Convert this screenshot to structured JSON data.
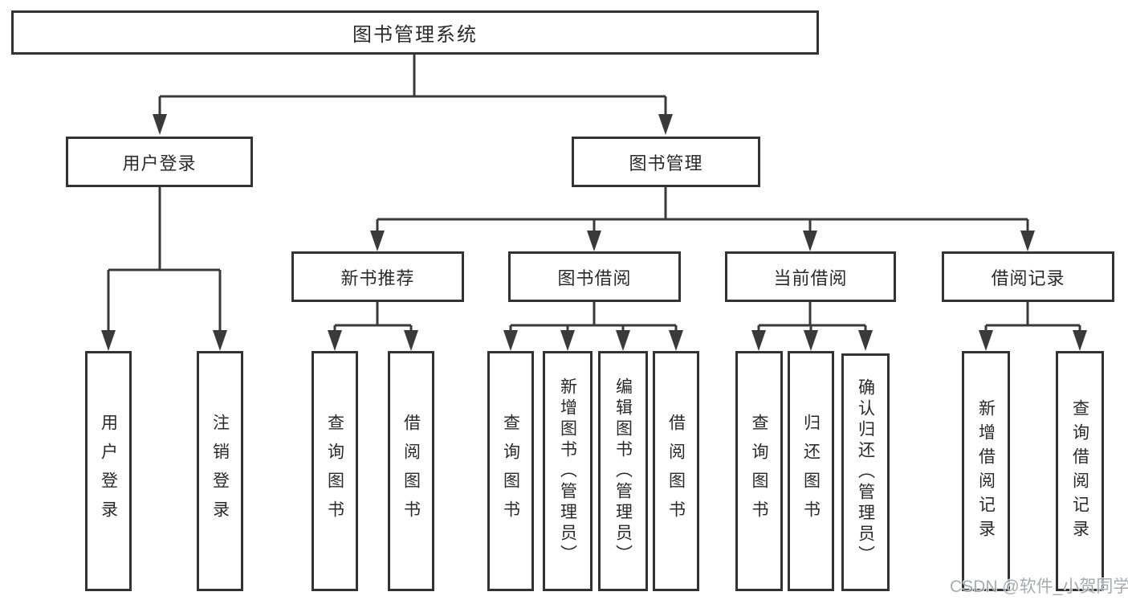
{
  "colors": {
    "line": "#3a3a3a",
    "border": "#333333",
    "text": "#2a2a2a",
    "background": "#ffffff",
    "watermark": "#999ca2"
  },
  "tree": {
    "root": {
      "label": "图书管理系统"
    },
    "level2": [
      {
        "label": "用户登录",
        "children": [
          {
            "label": "用户登录"
          },
          {
            "label": "注销登录"
          }
        ]
      },
      {
        "label": "图书管理",
        "children": [
          {
            "label": "新书推荐",
            "children": [
              {
                "label": "查询图书"
              },
              {
                "label": "借阅图书"
              }
            ]
          },
          {
            "label": "图书借阅",
            "children": [
              {
                "label": "查询图书"
              },
              {
                "label": "新增图书（管理员）"
              },
              {
                "label": "编辑图书（管理员）"
              },
              {
                "label": "借阅图书"
              }
            ]
          },
          {
            "label": "当前借阅",
            "children": [
              {
                "label": "查询图书"
              },
              {
                "label": "归还图书"
              },
              {
                "label": "确认归还（管理员）"
              }
            ]
          },
          {
            "label": "借阅记录",
            "children": [
              {
                "label": "新增借阅记录"
              },
              {
                "label": "查询借阅记录"
              }
            ]
          }
        ]
      }
    ]
  },
  "watermark": {
    "text": "CSDN @软件_小贺同学"
  }
}
